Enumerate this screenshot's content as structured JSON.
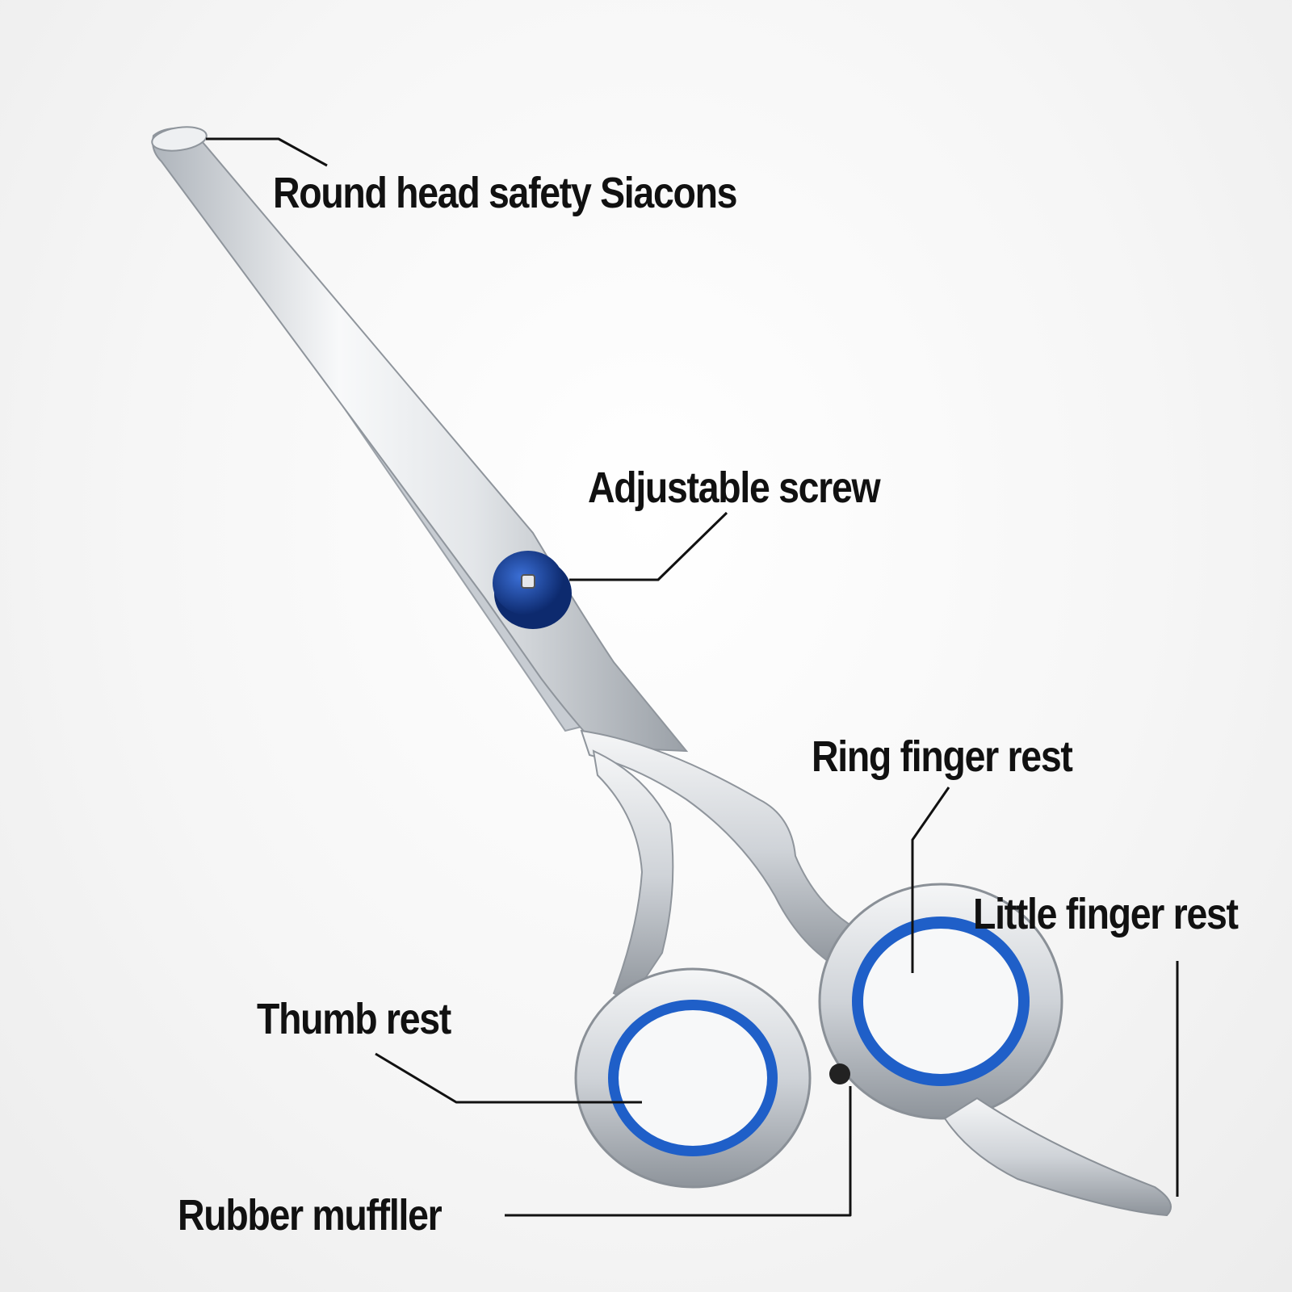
{
  "labels": {
    "round_head": "Round head safety Siacons",
    "adjustable_screw": "Adjustable screw",
    "ring_finger_rest": "Ring finger rest",
    "little_finger_rest": "Little finger rest",
    "thumb_rest": "Thumb rest",
    "rubber_muffler": "Rubber muffller"
  },
  "colors": {
    "background": "#f4f4f4",
    "steel": "#d9dde2",
    "ring_insert": "#1f5fc8",
    "screw": "#163a8a",
    "text": "#111111"
  }
}
